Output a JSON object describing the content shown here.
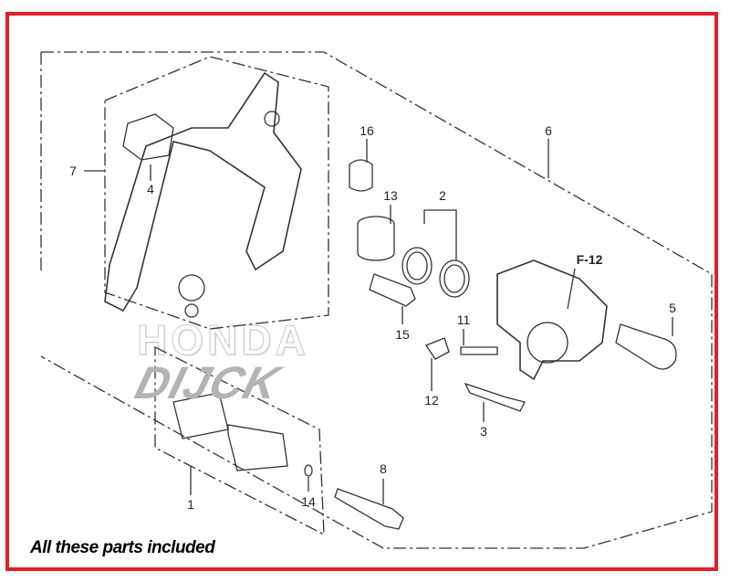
{
  "diagram": {
    "part_labels": {
      "p1": "1",
      "p2": "2",
      "p3": "3",
      "p4": "4",
      "p5": "5",
      "p6": "6",
      "p7": "7",
      "p8": "8",
      "p11": "11",
      "p12": "12",
      "p13": "13",
      "p14": "14",
      "p15": "15",
      "p16": "16",
      "ref": "F-12"
    },
    "watermarks": {
      "brand": "HONDA",
      "seller": "DIJCK"
    },
    "caption": "All these parts included",
    "colors": {
      "border": "#e0202a",
      "watermark": "#b3b3b3"
    }
  }
}
